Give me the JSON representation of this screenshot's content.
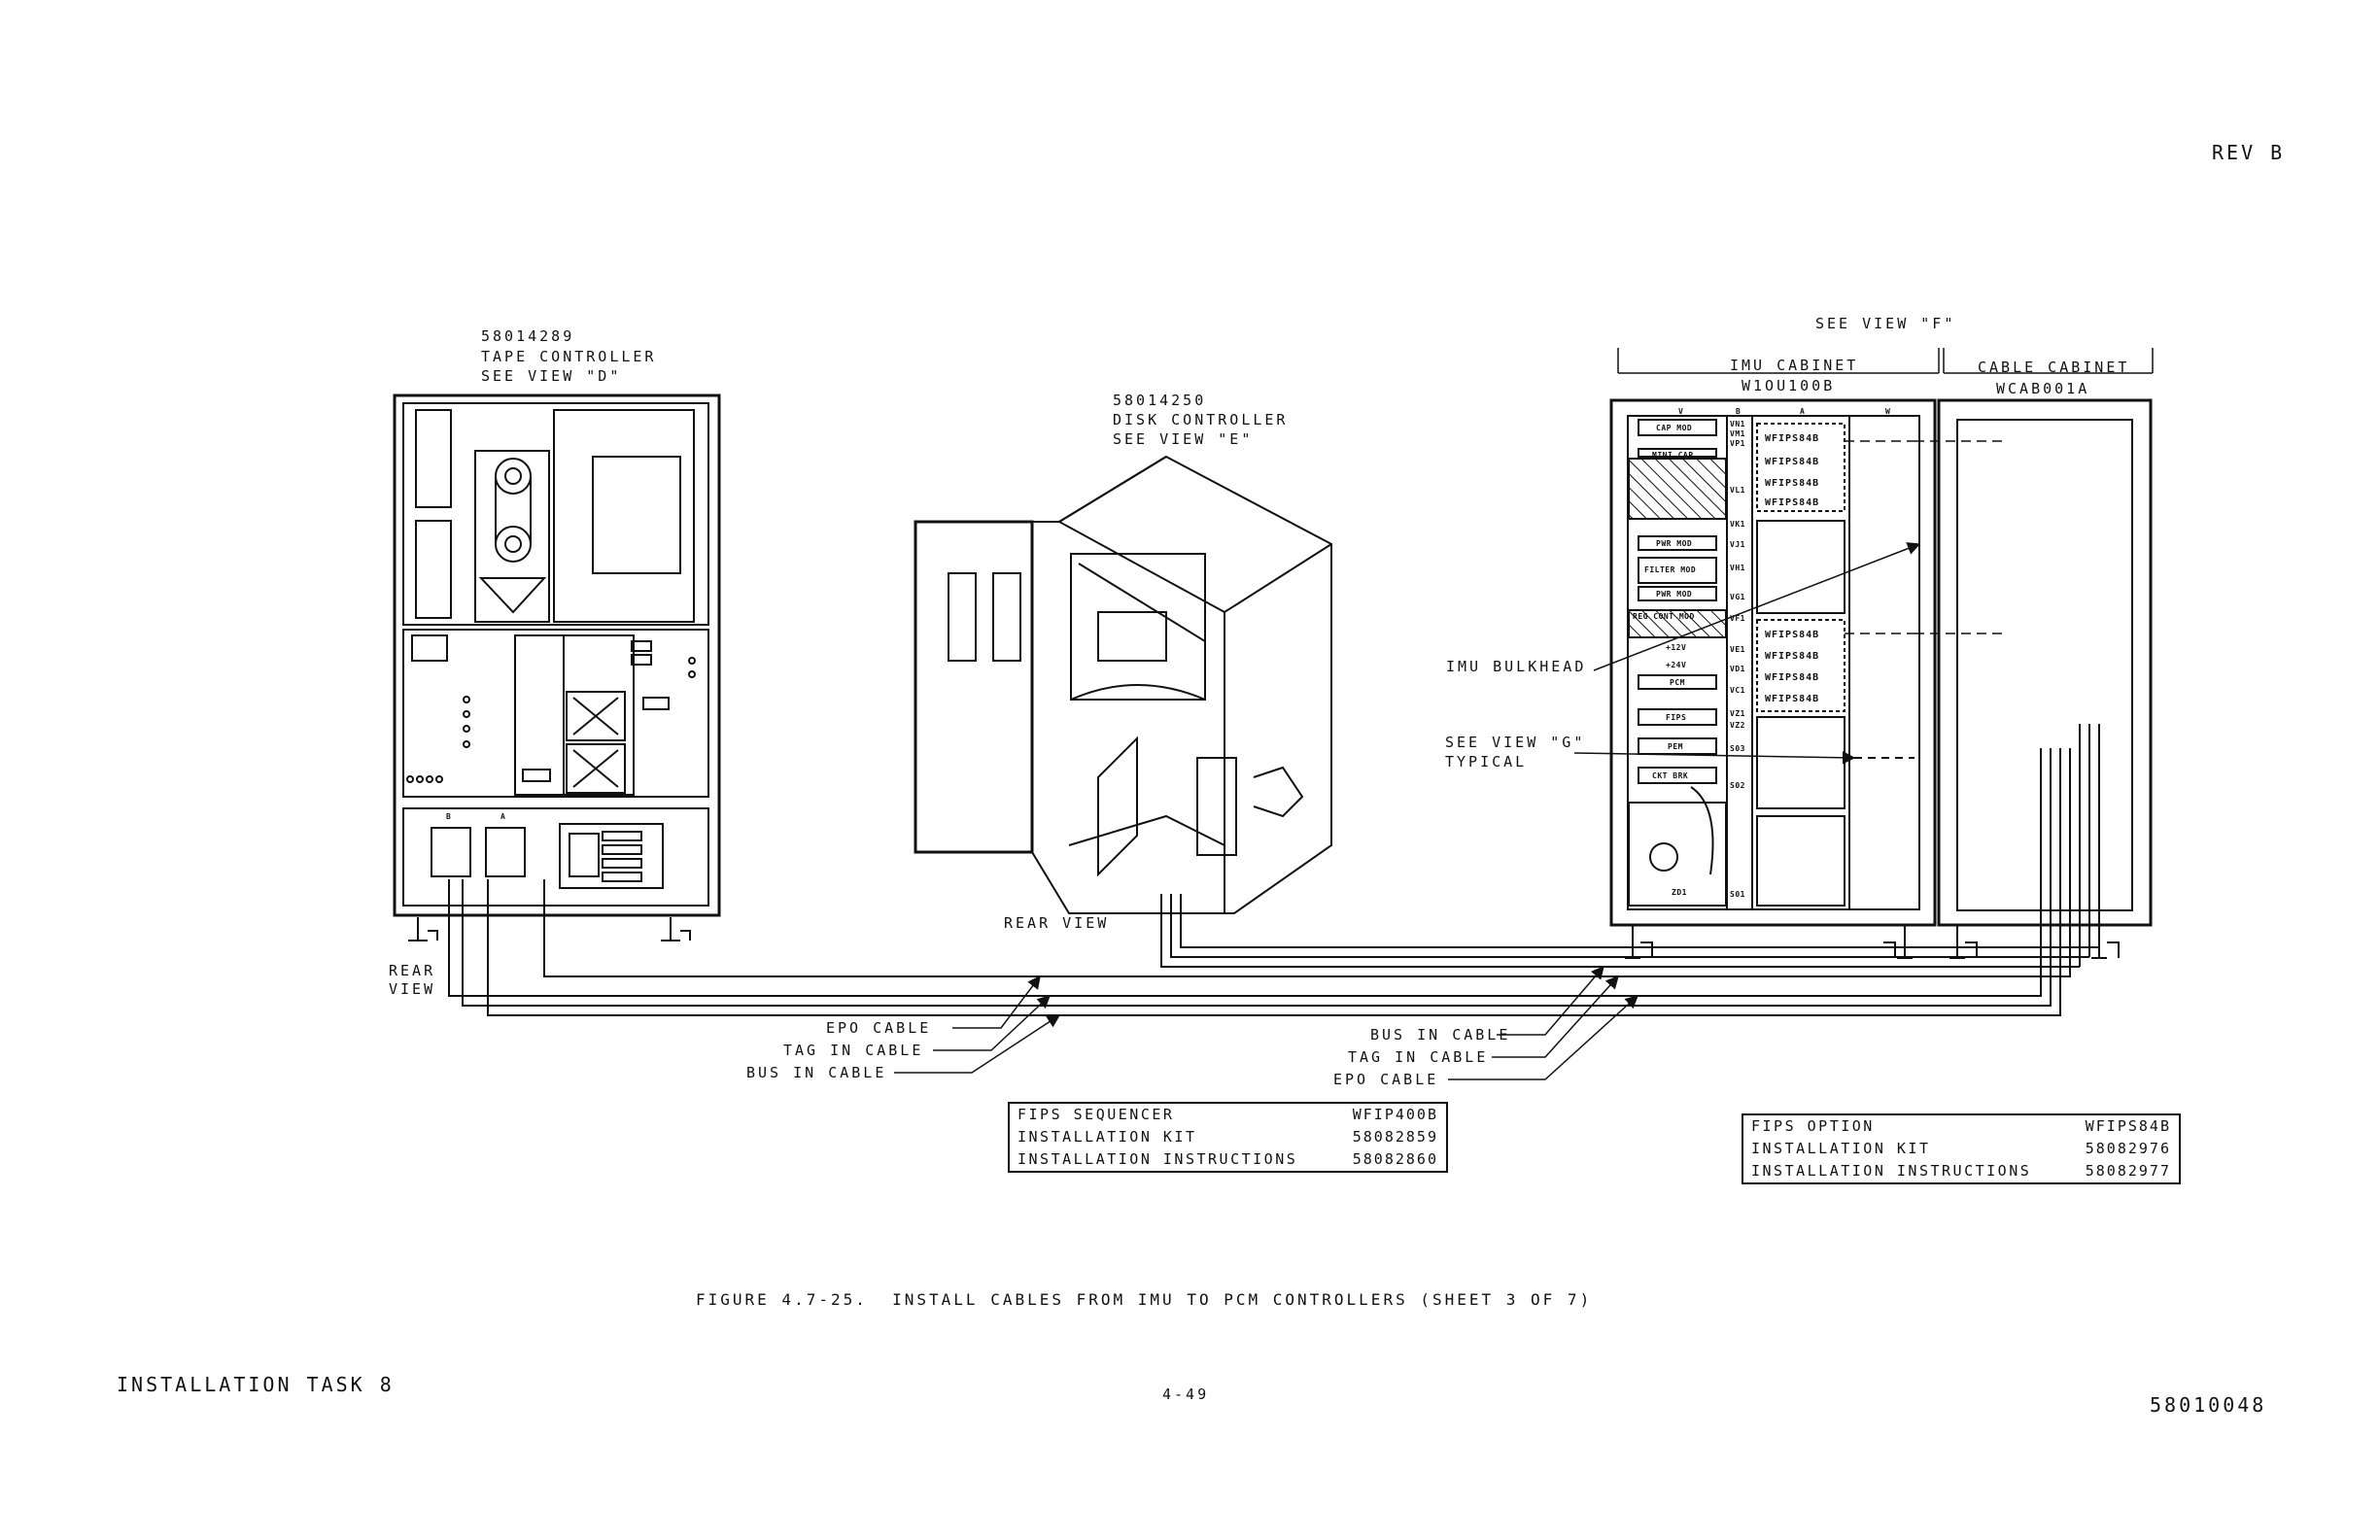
{
  "header": {
    "revision": "REV B"
  },
  "footer": {
    "task": "INSTALLATION TASK 8",
    "page_number": "4-49",
    "document_number": "58010048",
    "figure_caption": "FIGURE 4.7-25.  INSTALL CABLES FROM IMU TO PCM CONTROLLERS (SHEET 3 OF 7)"
  },
  "tape_controller": {
    "part_number": "58014289",
    "name": "TAPE CONTROLLER",
    "view_ref": "SEE VIEW \"D\"",
    "rear_view": [
      "REAR",
      "VIEW"
    ],
    "connector_labels": [
      "B",
      "A"
    ]
  },
  "disk_controller": {
    "part_number": "58014250",
    "name": "DISK CONTROLLER",
    "view_ref": "SEE VIEW \"E\"",
    "rear_view": "REAR VIEW"
  },
  "imu_cabinet": {
    "view_ref": "SEE VIEW \"F\"",
    "name": "IMU CABINET",
    "id": "W1OU100B",
    "column_labels": [
      "V",
      "B",
      "A",
      "W"
    ],
    "bulkhead": "IMU BULKHEAD",
    "view_g": [
      "SEE VIEW \"G\"",
      "TYPICAL"
    ],
    "modules": [
      "CAP MOD",
      "MINI CAP",
      "PWR MOD",
      "FILTER MOD",
      "PWR MOD",
      "REG CONT MOD",
      "+12V",
      "+24V",
      "PCM",
      "FIPS",
      "PEM",
      "CKT BRK",
      "ZD1"
    ],
    "slots": [
      "VN1",
      "VM1",
      "VP1",
      "VL1",
      "VK1",
      "VJ1",
      "VH1",
      "VG1",
      "VF1",
      "VE1",
      "VD1",
      "VC1",
      "VZ1",
      "VZ2",
      "S03",
      "S02",
      "S01"
    ],
    "fips_tag": "WFIPS84B"
  },
  "cable_cabinet": {
    "name": "CABLE CABINET",
    "id": "WCAB001A"
  },
  "cables_left": [
    "EPO CABLE",
    "TAG IN CABLE",
    "BUS IN CABLE"
  ],
  "cables_right": [
    "BUS IN CABLE",
    "TAG IN CABLE",
    "EPO CABLE"
  ],
  "kit_fips_sequencer": {
    "rows": [
      {
        "label": "FIPS SEQUENCER",
        "value": "WFIP400B"
      },
      {
        "label": "INSTALLATION KIT",
        "value": "58082859"
      },
      {
        "label": "INSTALLATION INSTRUCTIONS",
        "value": "58082860"
      }
    ]
  },
  "kit_fips_option": {
    "rows": [
      {
        "label": "FIPS OPTION",
        "value": "WFIPS84B"
      },
      {
        "label": "INSTALLATION KIT",
        "value": "58082976"
      },
      {
        "label": "INSTALLATION INSTRUCTIONS",
        "value": "58082977"
      }
    ]
  }
}
